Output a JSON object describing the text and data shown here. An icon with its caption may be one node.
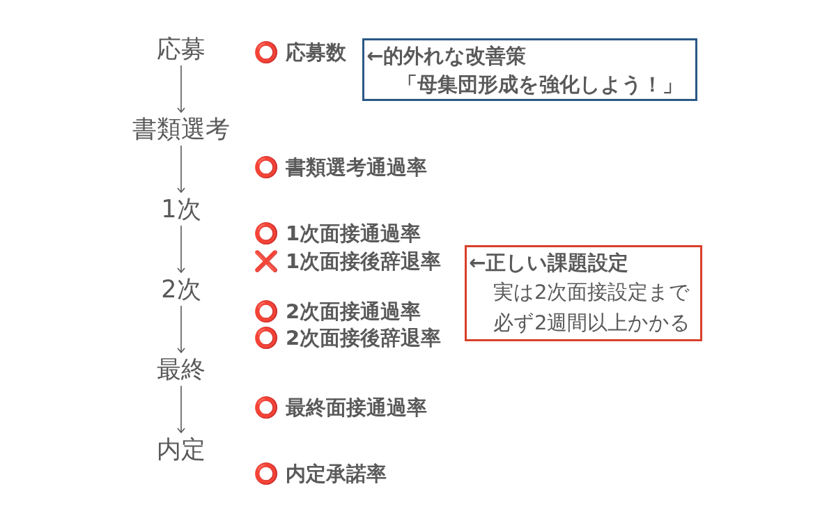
{
  "diagram": {
    "nodes": [
      {
        "text": [
          "応募"
        ]
      },
      {
        "text": [
          "書類選考"
        ]
      },
      {
        "text": [
          "1次"
        ]
      },
      {
        "text": [
          "2次"
        ]
      },
      {
        "text": [
          "最終"
        ]
      },
      {
        "text": [
          "内定"
        ]
      },
      {
        "text": [
          "←的外れな改善策",
          "「母集団形成を強化しよう！」"
        ]
      },
      {
        "text": [
          "←正しい課題設定",
          "実は2次面接設定まで必ず2週間以上かかる"
        ]
      }
    ],
    "edges": [
      {
        "from": 0,
        "to": 1,
        "arrow": "to"
      },
      {
        "from": 1,
        "to": 2,
        "arrow": "to"
      },
      {
        "from": 2,
        "to": 3,
        "arrow": "to"
      },
      {
        "from": 3,
        "to": 4,
        "arrow": "to"
      },
      {
        "from": 4,
        "to": 5,
        "arrow": "to"
      }
    ],
    "labels": [
      "⭕ 応募数",
      "⭕ 書類選考通過率",
      "⭕ 1次面接通過率",
      "❌ 1次面接後辞退率",
      "⭕ 2次面接通過率",
      "⭕ 2次面接後辞退率",
      "⭕ 最終面接通過率",
      "⭕ 内定承諾率"
    ]
  }
}
